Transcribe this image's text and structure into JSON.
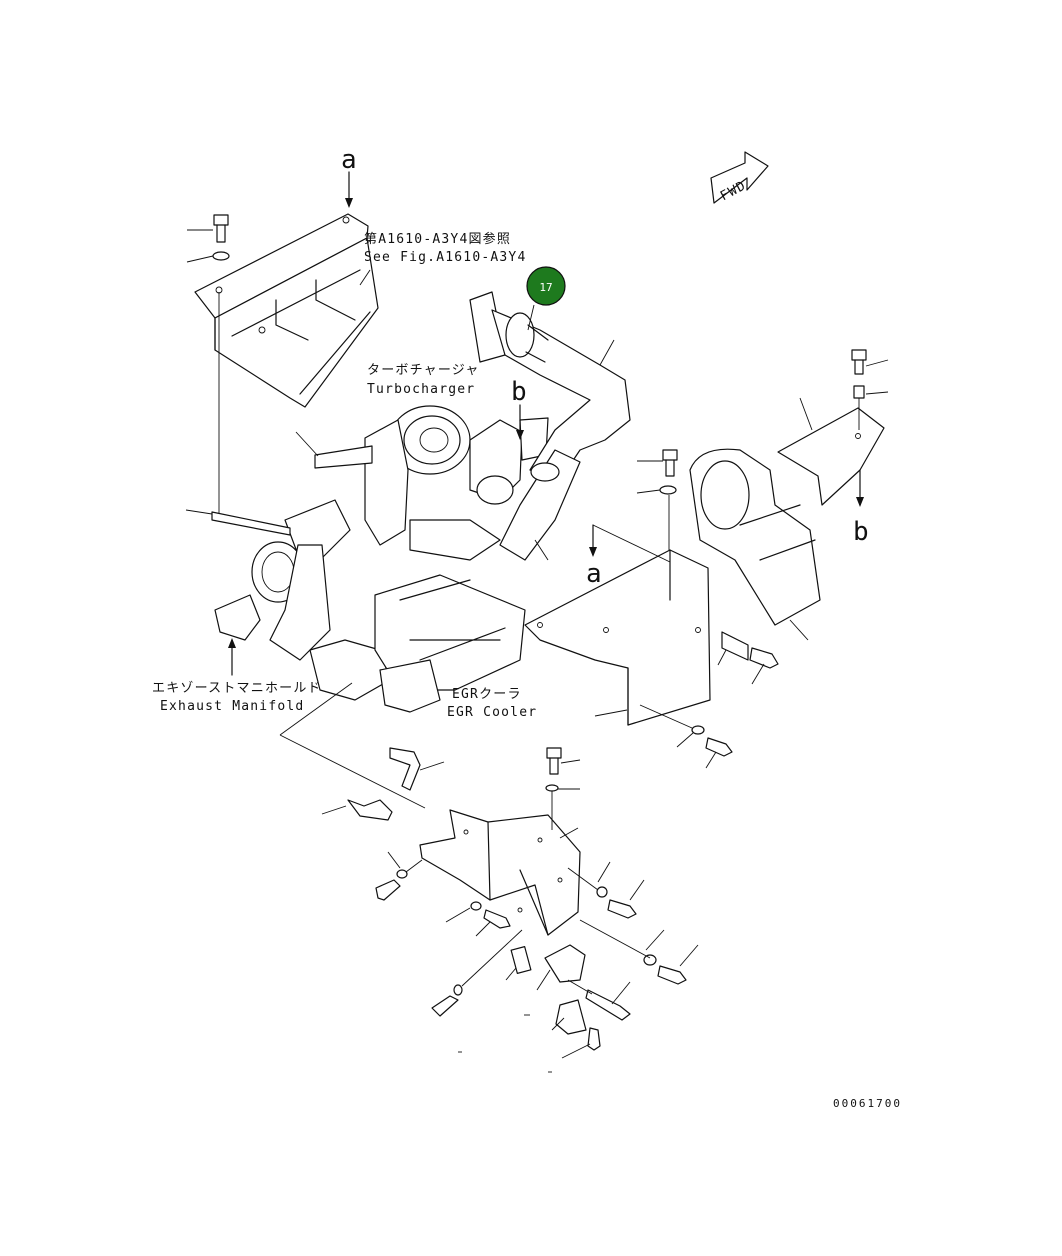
{
  "labels": {
    "ref_jp": "第A1610-A3Y4図参照",
    "ref_en": "See Fig.A1610-A3Y4",
    "turbo_jp": "ターボチャージャ",
    "turbo_en": "Turbocharger",
    "exhaust_jp": "エキゾーストマニホールド",
    "exhaust_en": "Exhaust Manifold",
    "egr_jp": "EGRクーラ",
    "egr_en": "EGR Cooler",
    "fwd": "FWD",
    "view_a_top": "a",
    "view_a_mid": "a",
    "view_b_top": "b",
    "view_b_right": "b",
    "callout_17": "17",
    "drawing_number": "00061700"
  },
  "colors": {
    "callout_fill": "#1e7a1e",
    "callout_text": "#ffffff",
    "line": "#111111"
  }
}
